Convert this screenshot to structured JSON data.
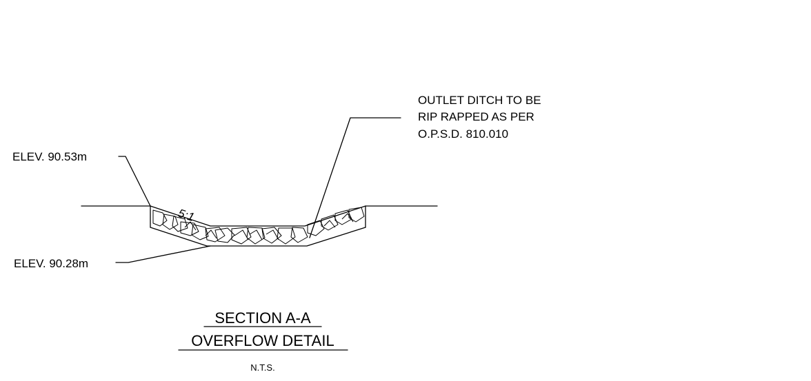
{
  "labels": {
    "top_elevation": "ELEV. 90.53m",
    "bottom_elevation": "ELEV. 90.28m",
    "slope": "5:1",
    "note_lines": [
      "OUTLET DITCH TO BE",
      "RIP RAPPED AS PER",
      "O.P.S.D. 810.010"
    ]
  },
  "title": {
    "section": "SECTION A-A",
    "detail": "OVERFLOW DETAIL",
    "scale": "N.T.S."
  },
  "colors": {
    "ink": "#000000",
    "background": "#ffffff"
  }
}
